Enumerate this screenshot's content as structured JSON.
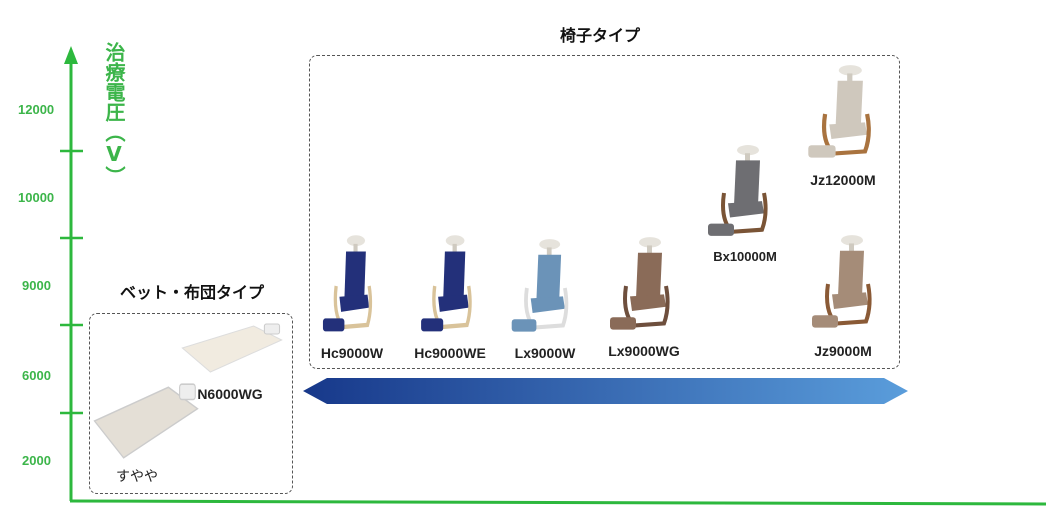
{
  "axis": {
    "title": "治療電圧（V）",
    "title_chars": [
      "治",
      "療",
      "電",
      "圧",
      "︵",
      "V",
      "︶"
    ],
    "ticks": [
      "12000",
      "10000",
      "9000",
      "6000",
      "2000"
    ],
    "color": "#3cb54a"
  },
  "groups": {
    "chair": {
      "title": "椅子タイプ"
    },
    "bed": {
      "title": "ベット・布団タイプ"
    }
  },
  "arrow": {
    "color_start": "#17388a",
    "color_end": "#5a9ddb"
  },
  "products": [
    {
      "name": "Hc9000W",
      "kind": "chair",
      "color": "#23307a",
      "frame": "#d9c39a"
    },
    {
      "name": "Hc9000WE",
      "kind": "chair",
      "color": "#23307a",
      "frame": "#d9c39a"
    },
    {
      "name": "Lx9000W",
      "kind": "chair",
      "color": "#6b93b8",
      "frame": "#ddd"
    },
    {
      "name": "Lx9000WG",
      "kind": "chair",
      "color": "#8a6b58",
      "frame": "#6e4f3d"
    },
    {
      "name": "Bx10000M",
      "kind": "chair",
      "color": "#6e6e72",
      "frame": "#7a5436"
    },
    {
      "name": "Jz12000M",
      "kind": "chair",
      "color": "#cfc8bd",
      "frame": "#a9733f"
    },
    {
      "name": "Jz9000M",
      "kind": "chair",
      "color": "#a58c78",
      "frame": "#8a5a36"
    },
    {
      "name": "N6000WG",
      "kind": "mat",
      "color": "#f1ebe0",
      "frame": "#ddd"
    },
    {
      "name": "すやや",
      "kind": "mat",
      "color": "#e4dfd6",
      "frame": "#ccc"
    }
  ]
}
